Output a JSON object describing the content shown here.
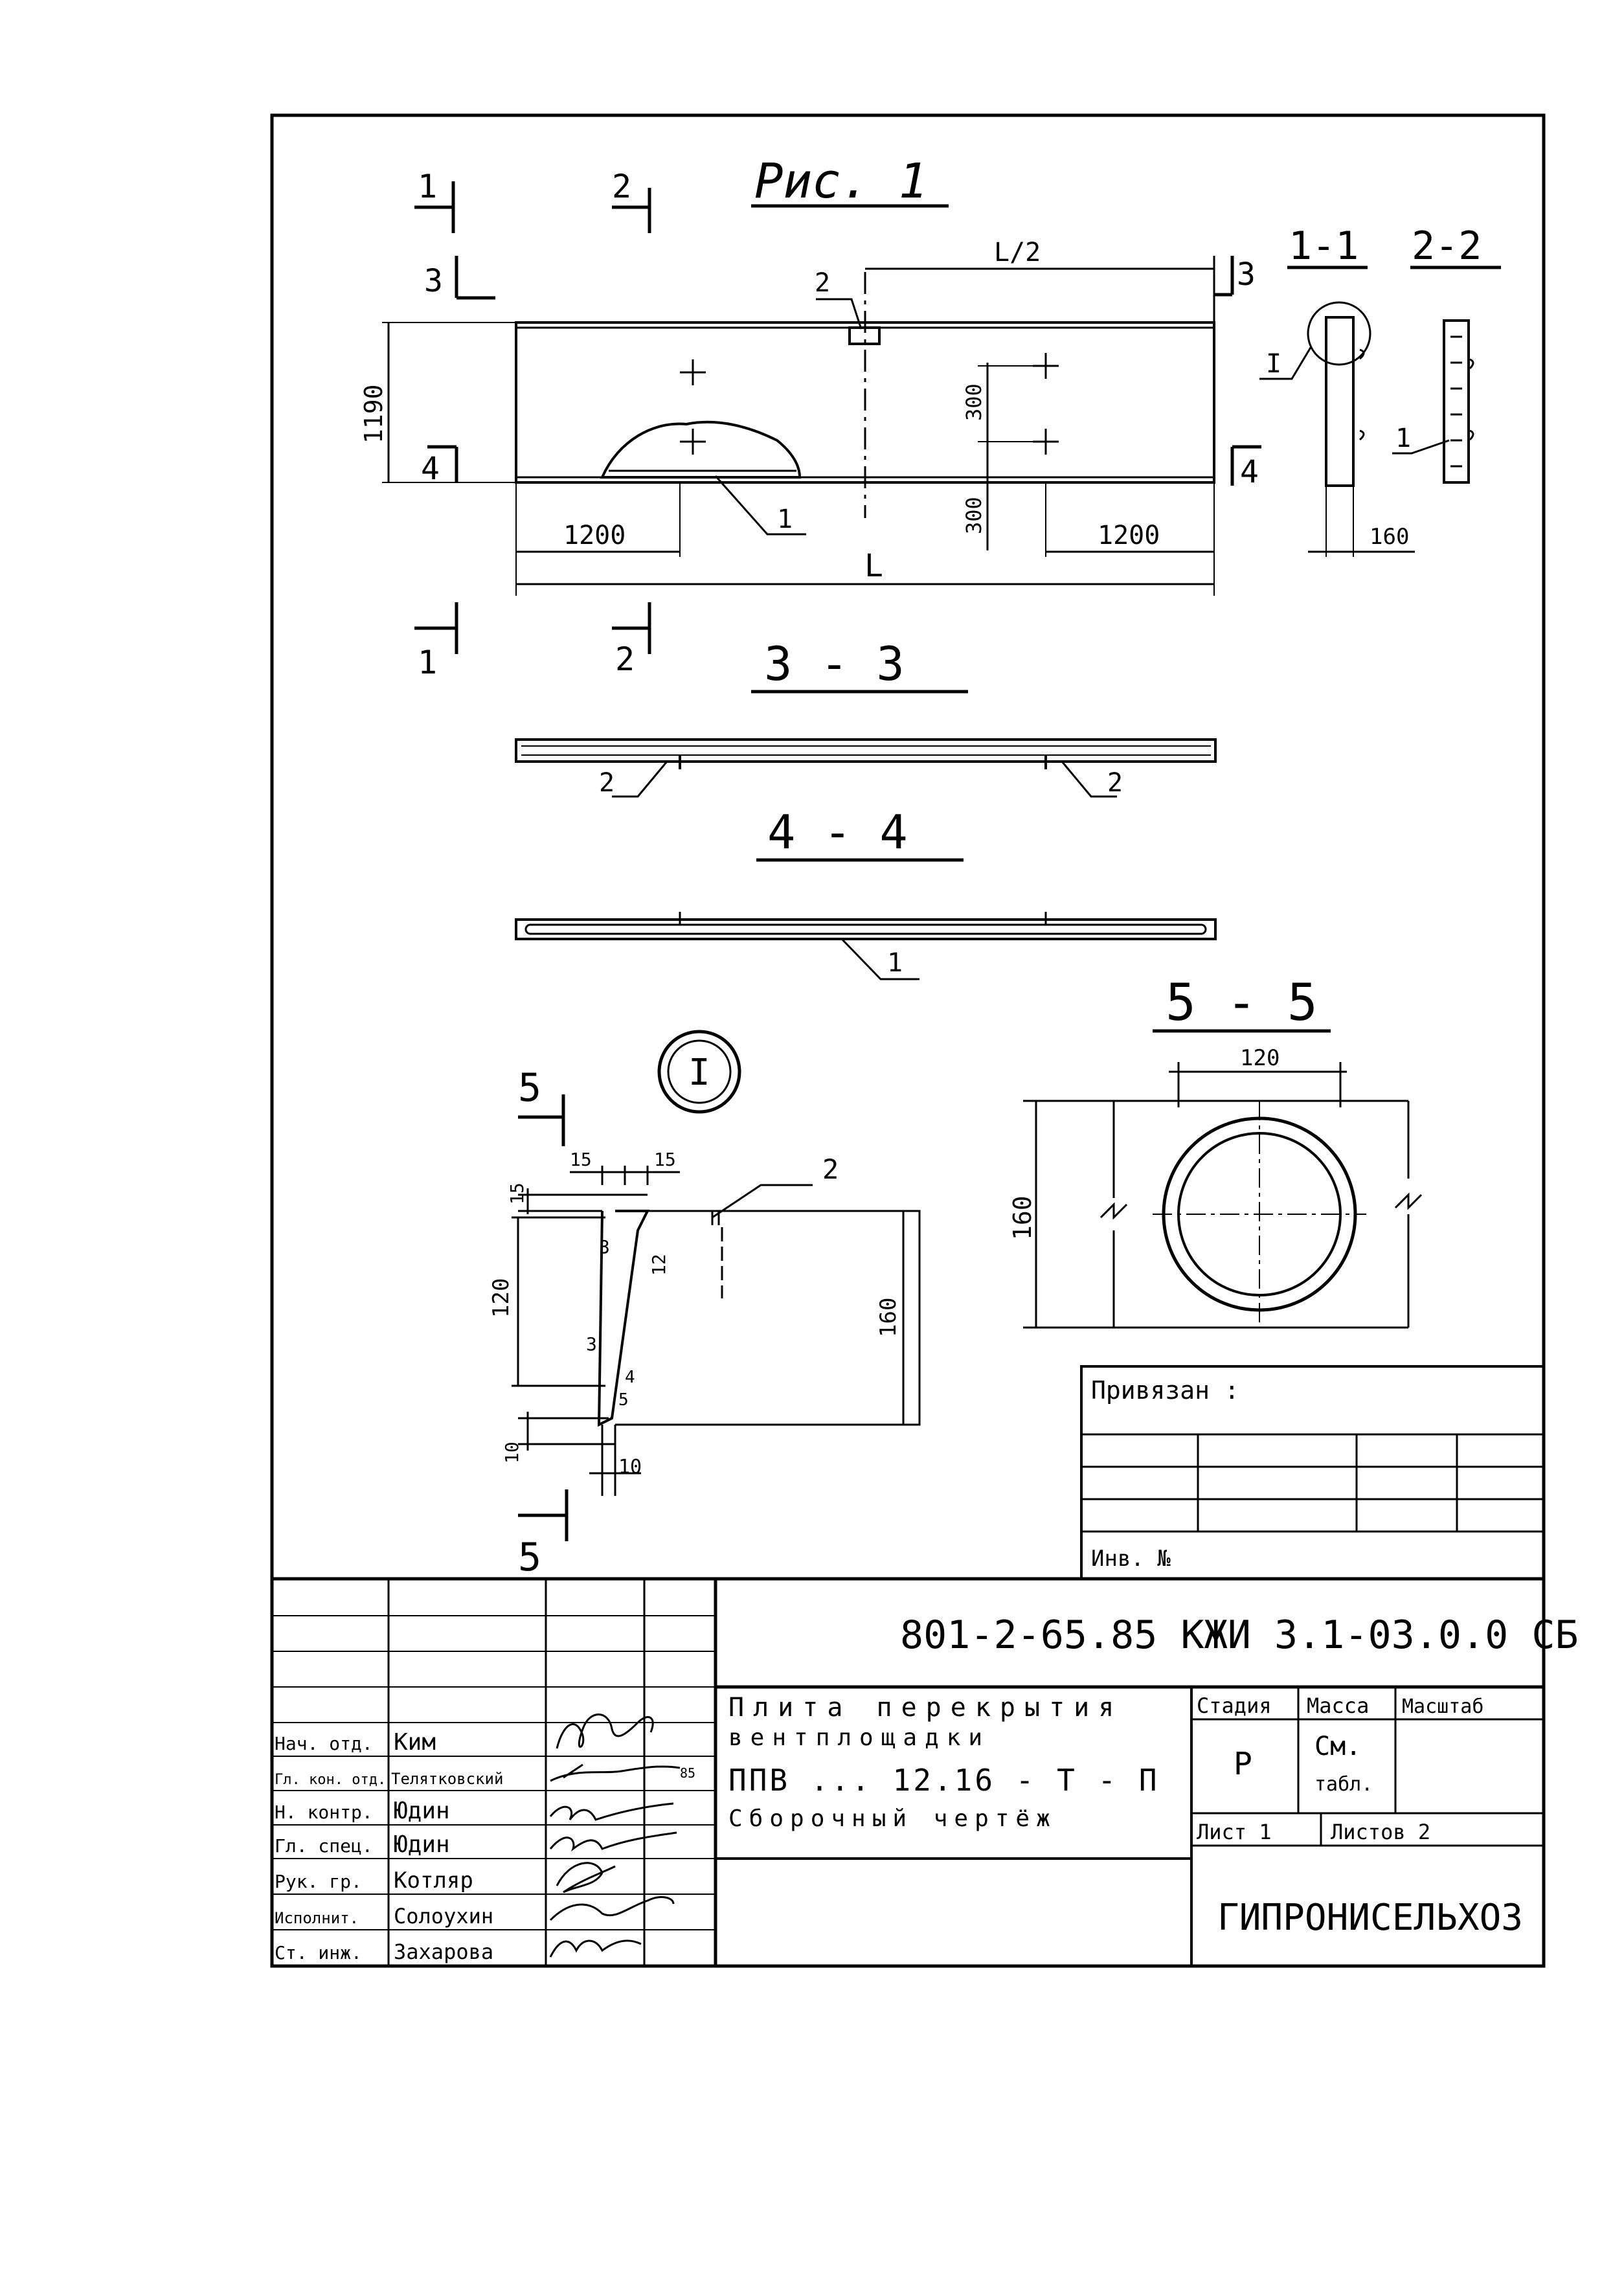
{
  "figure_title": "Рис. 1",
  "section_labels": {
    "s11": "1-1",
    "s22": "2-2",
    "s33": "3 - 3",
    "s44": "4 - 4",
    "s55": "5 - 5",
    "detail": "I"
  },
  "cut_marks": {
    "m1": "1",
    "m2": "2",
    "m3": "3",
    "m4": "4",
    "m5": "5"
  },
  "callouts": {
    "c1": "1",
    "c2": "2",
    "detail_ref": "I"
  },
  "dims": {
    "half_length": "L/2",
    "length": "L",
    "width": "1190",
    "edge_left": "1200",
    "edge_right": "1200",
    "spacing_top": "300",
    "spacing_bottom": "300",
    "thickness": "160",
    "hole": "120",
    "hole_height": "160",
    "d15a": "15",
    "d15b": "15",
    "d15c": "15",
    "d120": "120",
    "d160": "160",
    "d12": "12",
    "d3a": "3",
    "d3b": "3",
    "d4": "4",
    "d5": "5",
    "d10a": "10",
    "d10b": "10"
  },
  "binding_box": {
    "title": "Привязан :",
    "inv": "Инв. №"
  },
  "title_block": {
    "doc_code": "801-2-65.85  КЖИ 3.1-03.0.0 СБ",
    "title_line1": "Плита перекрытия",
    "title_line2": "вентплощадки",
    "title_line3": "ППВ ... 12.16 - Т - П",
    "title_line4": "Сборочный чертёж",
    "stage_label": "Стадия",
    "mass_label": "Масса",
    "scale_label": "Масштаб",
    "stage_value": "Р",
    "mass_value1": "См.",
    "mass_value2": "табл.",
    "sheet_label": "Лист 1",
    "sheets_label": "Листов 2",
    "org": "ГИПРОНИСЕЛЬХОЗ",
    "signature_date": "85",
    "roles": [
      {
        "role": "Нач. отд.",
        "name": "Ким"
      },
      {
        "role": "Гл. кон. отд.",
        "name": "Телятковский"
      },
      {
        "role": "Н. контр.",
        "name": "Юдин"
      },
      {
        "role": "Гл. спец.",
        "name": "Юдин"
      },
      {
        "role": "Рук. гр.",
        "name": "Котляр"
      },
      {
        "role": "Исполнит.",
        "name": "Солоухин"
      },
      {
        "role": "Ст. инж.",
        "name": "Захарова"
      }
    ]
  }
}
